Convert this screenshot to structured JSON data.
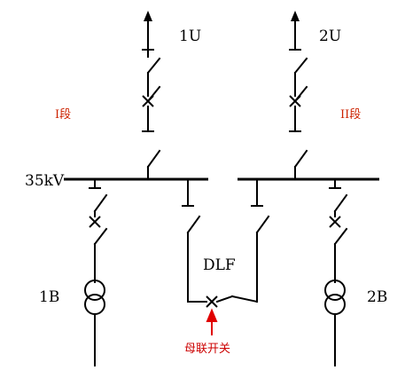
{
  "labels": {
    "feeder_left": "1U",
    "feeder_right": "2U",
    "section_left": "I段",
    "section_right": "II段",
    "bus_voltage": "35kV",
    "tie_breaker": "DLF",
    "transformer_left": "1B",
    "transformer_right": "2B",
    "tie_note": "母联开关"
  },
  "colors": {
    "line": "#000000",
    "annotation": "#cc2200",
    "arrow": "#e00000"
  }
}
